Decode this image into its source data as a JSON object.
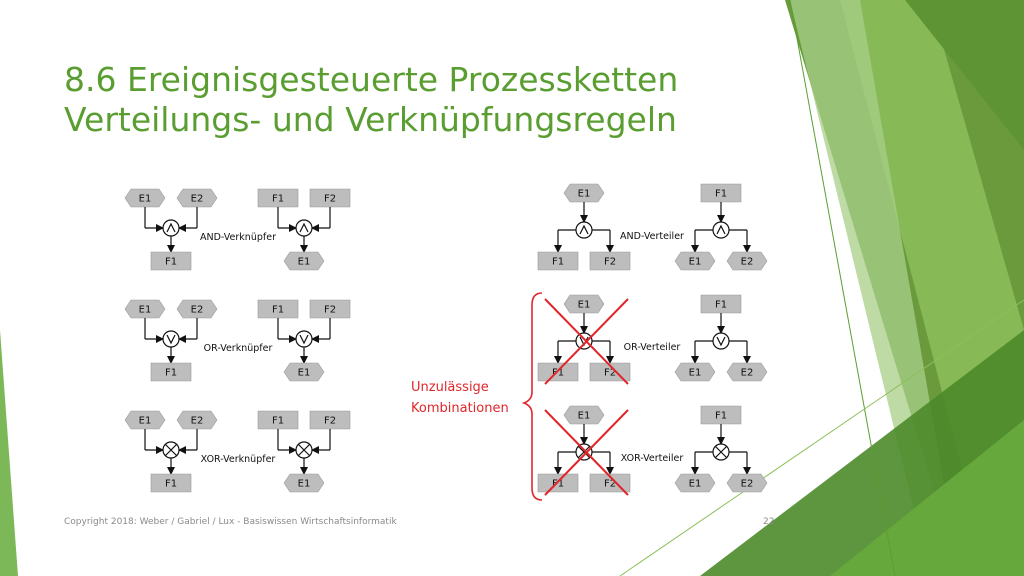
{
  "slide": {
    "title_line1": "8.6 Ereignisgesteuerte Prozessketten",
    "title_line2": "Verteilungs- und Verknüpfungsregeln",
    "footer": "Copyright 2018: Weber / Gabriel / Lux - Basiswissen Wirtschaftsinformatik",
    "page_number": "22",
    "accent_color": "#5a9e32",
    "cross_color": "#e0262b"
  },
  "annotation": {
    "line1": "Unzulässige",
    "line2": "Kombinationen"
  },
  "rules": [
    {
      "label": "AND-Verknüpfer",
      "symbol": "∧",
      "left_top": [
        "E1",
        "E2"
      ],
      "left_bottom": "F1",
      "right_top": [
        "F1",
        "F2"
      ],
      "right_bottom": "E1"
    },
    {
      "label": "OR-Verknüpfer",
      "symbol": "∨",
      "left_top": [
        "E1",
        "E2"
      ],
      "left_bottom": "F1",
      "right_top": [
        "F1",
        "F2"
      ],
      "right_bottom": "E1"
    },
    {
      "label": "XOR-Verknüpfer",
      "symbol": "⊗",
      "left_top": [
        "E1",
        "E2"
      ],
      "left_bottom": "F1",
      "right_top": [
        "F1",
        "F2"
      ],
      "right_bottom": "E1"
    },
    {
      "label": "AND-Verteiler",
      "symbol": "∧",
      "left_top": "E1",
      "left_bottom": [
        "F1",
        "F2"
      ],
      "right_top": "F1",
      "right_bottom": [
        "E1",
        "E2"
      ],
      "crossed": false
    },
    {
      "label": "OR-Verteiler",
      "symbol": "∨",
      "left_top": "E1",
      "left_bottom": [
        "F1",
        "F2"
      ],
      "right_top": "F1",
      "right_bottom": [
        "E1",
        "E2"
      ],
      "crossed": true
    },
    {
      "label": "XOR-Verteiler",
      "symbol": "⊗",
      "left_top": "E1",
      "left_bottom": [
        "F1",
        "F2"
      ],
      "right_top": "F1",
      "right_bottom": [
        "E1",
        "E2"
      ],
      "crossed": true
    }
  ]
}
